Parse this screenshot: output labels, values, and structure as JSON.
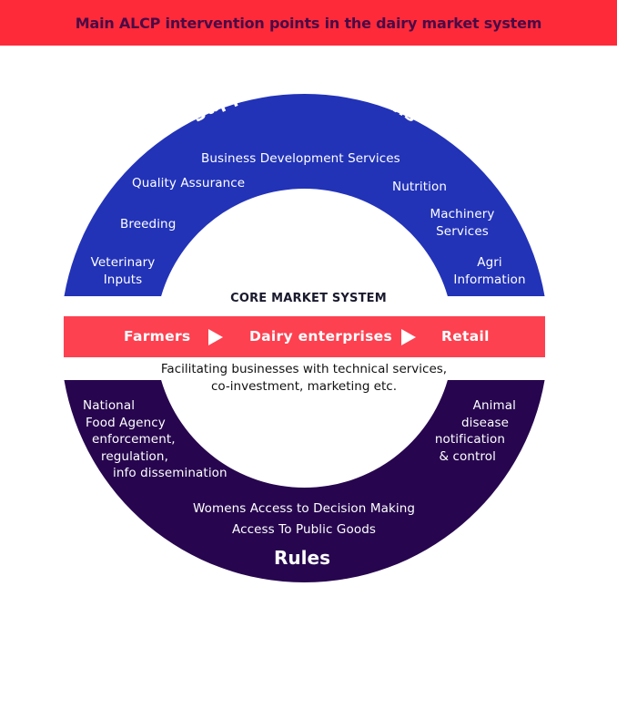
{
  "header": {
    "title": "Main ALCP intervention points in the dairy market system"
  },
  "colors": {
    "header_bg": "#fe2a3a",
    "header_text": "#4a0b45",
    "supporting_functions": "#2233b8",
    "core_band": "#fd4150",
    "rules": "#27064f"
  },
  "supporting_functions": {
    "title": "Supporting Functions",
    "items": [
      {
        "label": "Business Development Services"
      },
      {
        "label": "Quality Assurance"
      },
      {
        "label": "Nutrition"
      },
      {
        "label": "Breeding"
      },
      {
        "label": "Machinery",
        "label2": "Services"
      },
      {
        "label": "Veterinary",
        "label2": "Inputs"
      },
      {
        "label": "Agri",
        "label2": "Information"
      }
    ]
  },
  "core": {
    "title": "CORE MARKET SYSTEM",
    "chain": [
      "Farmers",
      "Dairy enterprises",
      "Retail"
    ],
    "description_line1": "Facilitating businesses with technical services,",
    "description_line2": "co-investment, marketing etc."
  },
  "rules": {
    "title": "Rules",
    "left_item": [
      "National",
      "Food Agency",
      "enforcement,",
      "regulation,",
      "info dissemination"
    ],
    "right_item": [
      "Animal",
      "disease",
      "notification",
      "& control"
    ],
    "bottom_items": [
      "Womens Access to Decision Making",
      "Access To Public Goods"
    ]
  }
}
